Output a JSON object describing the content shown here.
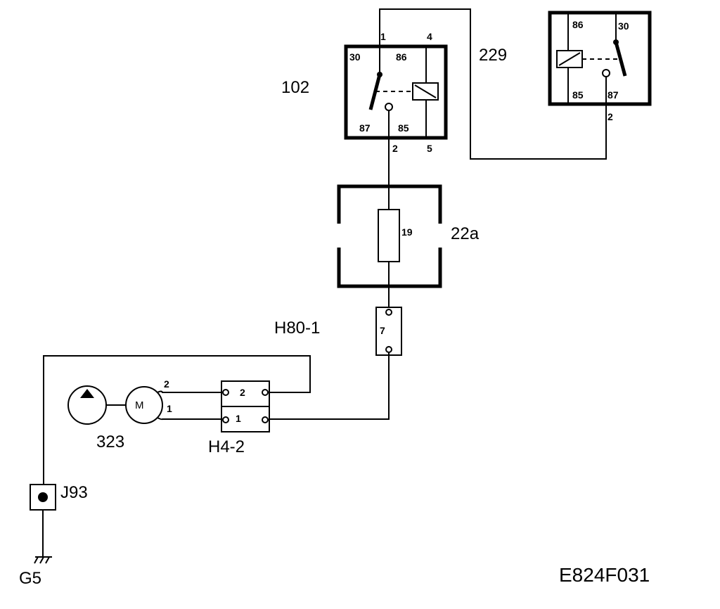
{
  "diagram": {
    "relay_102": {
      "label": "102",
      "pins": {
        "p30": "30",
        "p86": "86",
        "p87": "87",
        "p85": "85"
      },
      "connectors": {
        "c1": "1",
        "c4": "4",
        "c2": "2",
        "c5": "5"
      }
    },
    "relay_229": {
      "label": "229",
      "pins": {
        "p86": "86",
        "p30": "30",
        "p85": "85",
        "p87": "87"
      },
      "connectors": {
        "c2": "2"
      }
    },
    "fuse_box": {
      "label": "22a",
      "fuse": "19"
    },
    "connector_h80": {
      "label": "H80-1",
      "pin": "7"
    },
    "connector_h4": {
      "label": "H4-2",
      "pin_top": "2",
      "pin_bottom": "1"
    },
    "pump": {
      "label": "323",
      "motor_symbol": "M",
      "wire_top": "2",
      "wire_bottom": "1"
    },
    "junction": {
      "label": "J93"
    },
    "ground": {
      "label": "G5"
    },
    "figure_code": "E824F031"
  }
}
